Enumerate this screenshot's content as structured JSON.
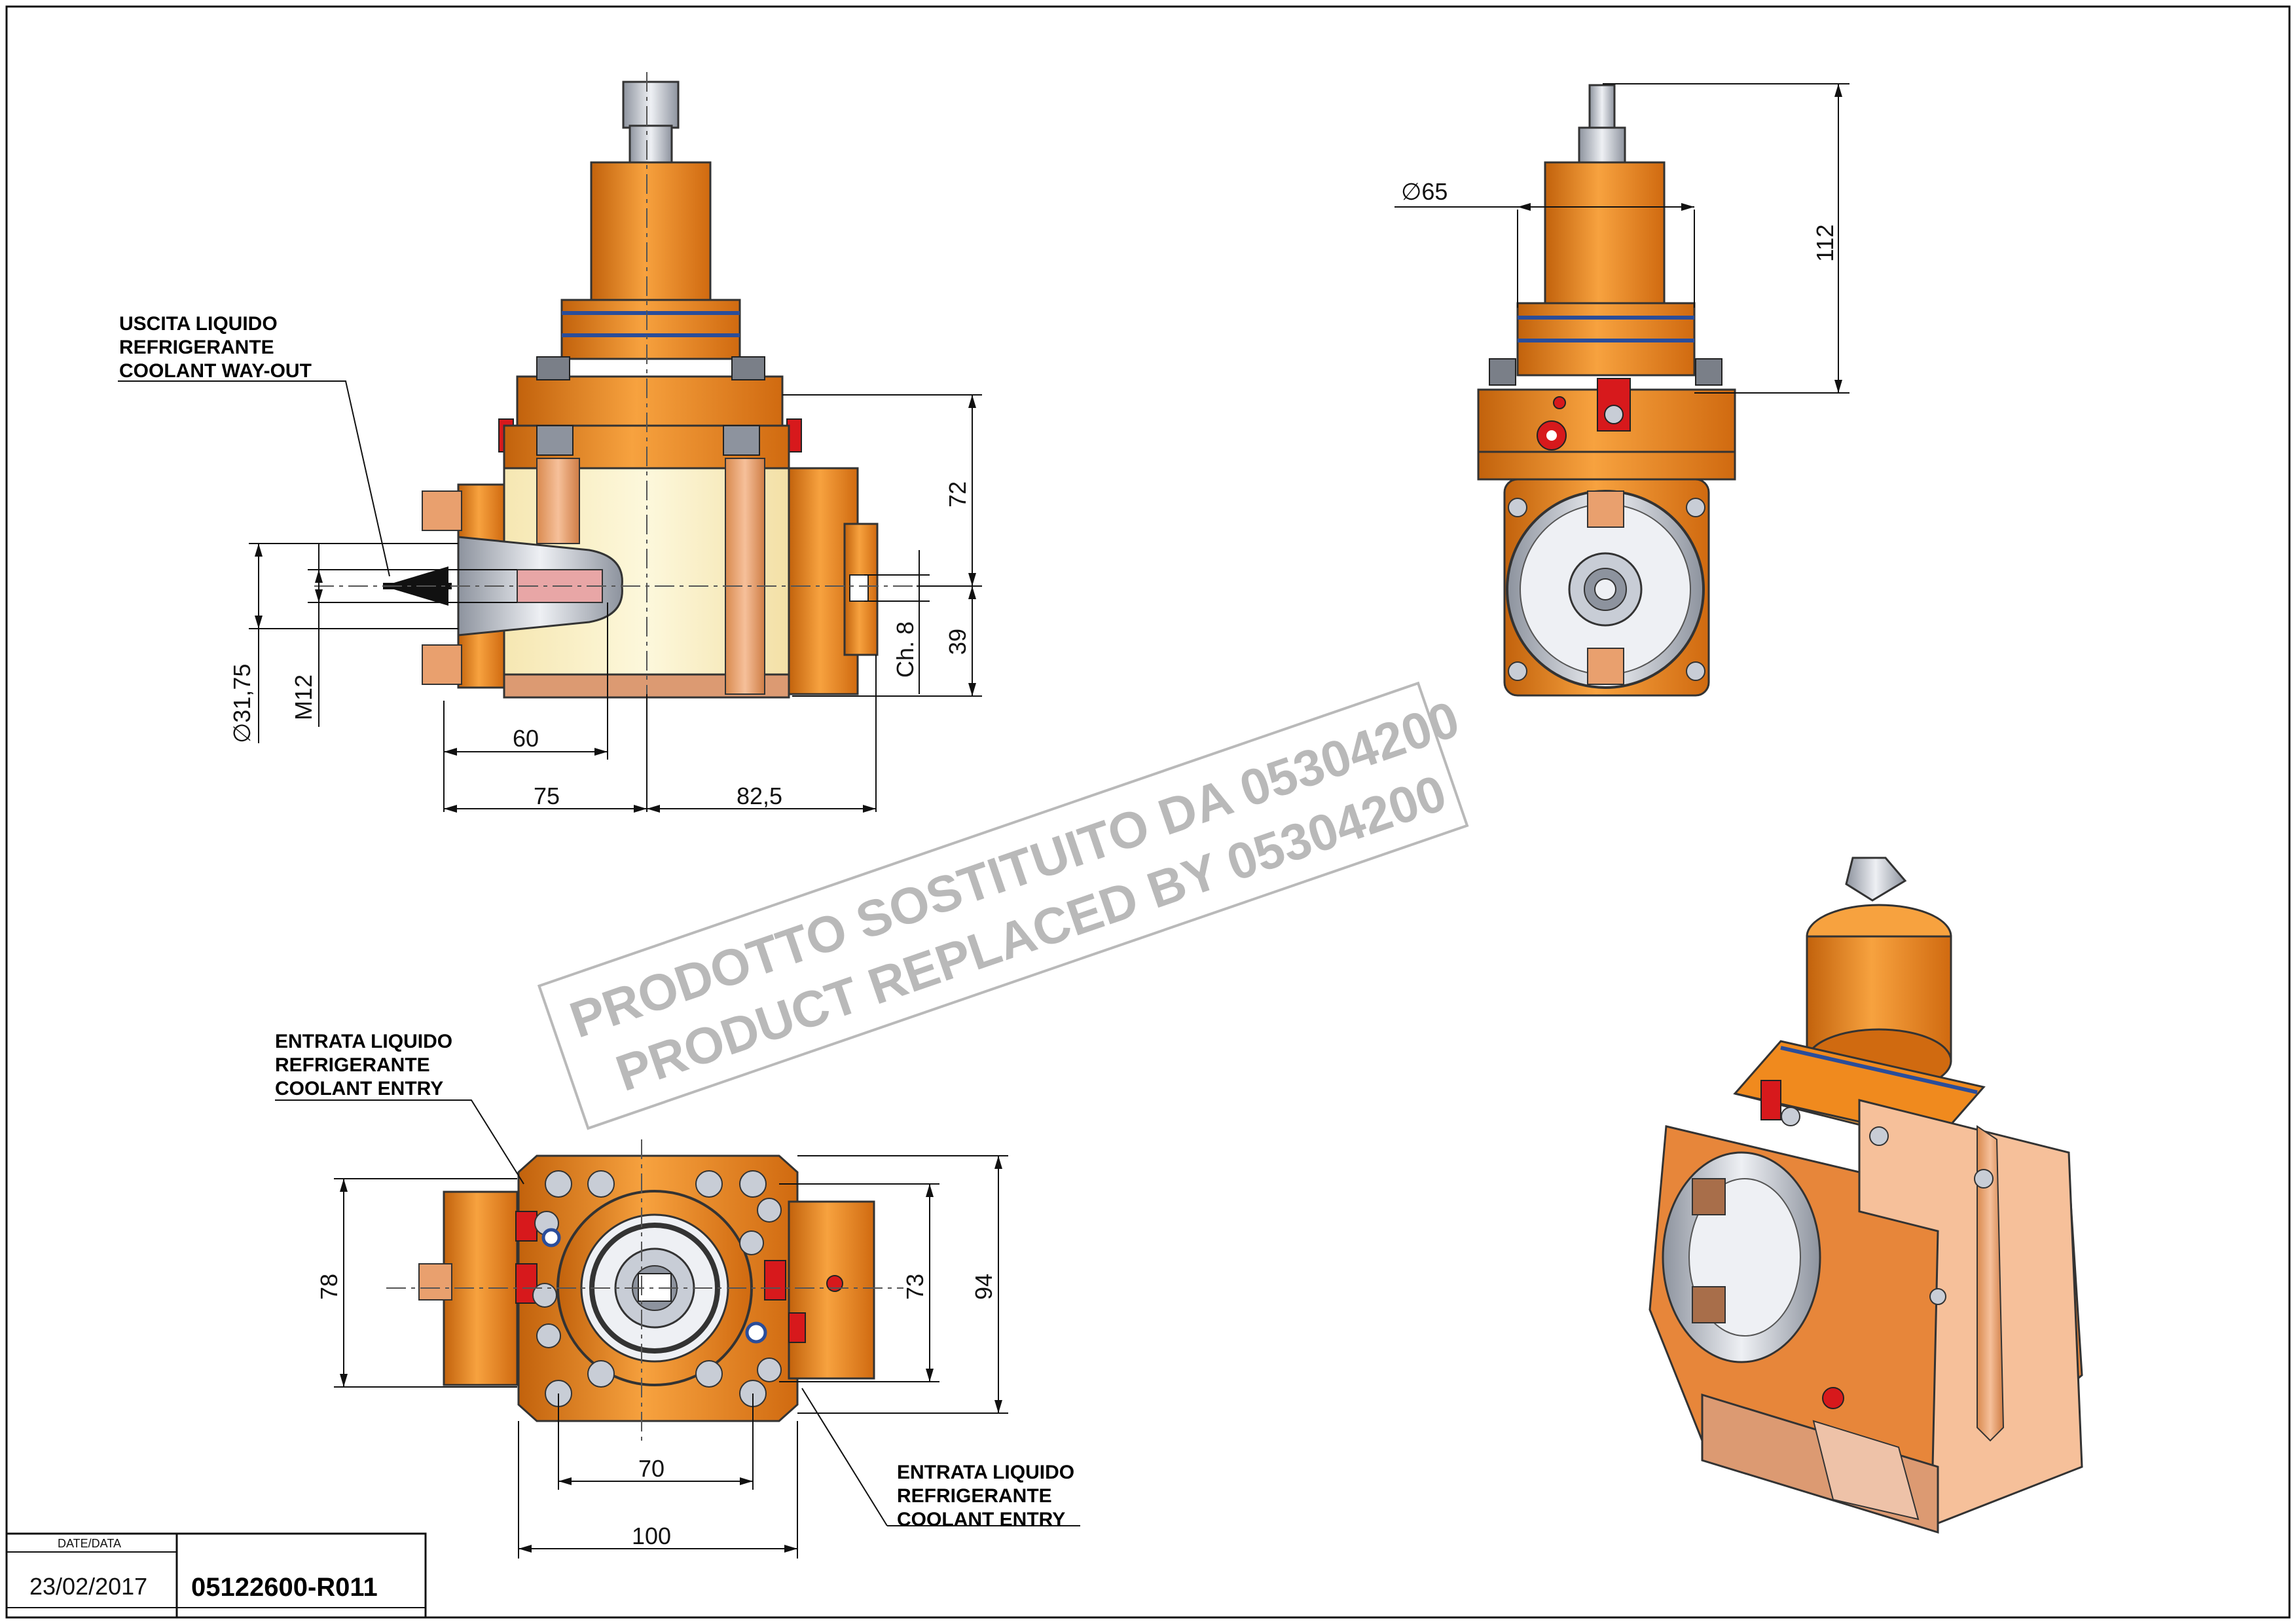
{
  "colors": {
    "orange": "#f08a1e",
    "orange_dark": "#c2620c",
    "orange_light": "#f7b25a",
    "cream": "#fbf3c8",
    "copper": "#e9a06e",
    "steel": "#c8cdd6",
    "red": "#d7191c",
    "blue_ring": "#2a4d9a"
  },
  "labels": {
    "coolant_way_out": [
      "USCITA LIQUIDO",
      "REFRIGERANTE",
      "COOLANT WAY-OUT"
    ],
    "coolant_entry_left": [
      "ENTRATA LIQUIDO",
      "REFRIGERANTE",
      "COOLANT ENTRY"
    ],
    "coolant_entry_right": [
      "ENTRATA LIQUIDO",
      "REFRIGERANTE",
      "COOLANT ENTRY"
    ]
  },
  "dimensions": {
    "front": {
      "d_31_75": "∅31,75",
      "m12": "M12",
      "d60": "60",
      "d75": "75",
      "d82_5": "82,5",
      "d72": "72",
      "d39": "39",
      "ch8": "Ch. 8"
    },
    "side": {
      "d65": "∅65",
      "d112": "112"
    },
    "bottom": {
      "d78": "78",
      "d73": "73",
      "d94": "94",
      "d70": "70",
      "d100": "100"
    }
  },
  "stamp": {
    "line1": "PRODOTTO SOSTITUITO DA 05304200",
    "line2": "PRODUCT REPLACED BY 05304200"
  },
  "title_block": {
    "date_label": "DATE/DATA",
    "date": "23/02/2017",
    "code": "05122600-R011"
  }
}
